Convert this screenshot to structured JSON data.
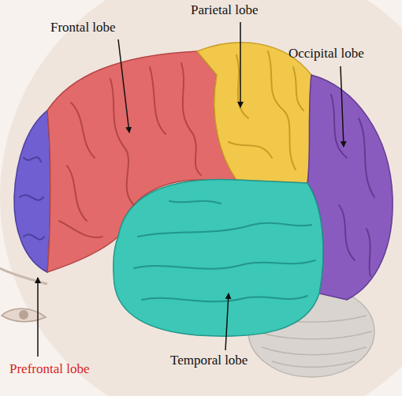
{
  "diagram": {
    "labels": [
      "Parietal lobe",
      "Frontal lobe",
      "Occipital lobe",
      "Temporal lobe",
      "Prefrontal lobe"
    ]
  }
}
